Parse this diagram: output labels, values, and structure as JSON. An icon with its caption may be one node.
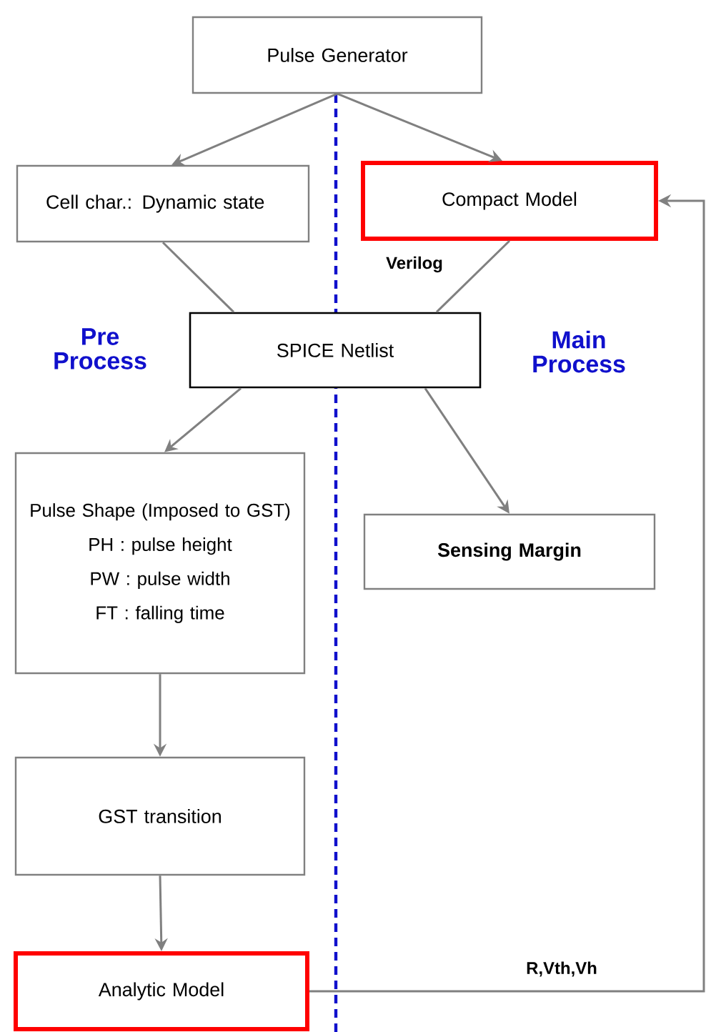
{
  "diagram": {
    "nodes": [
      {
        "text": [
          "Pulse Generator"
        ]
      },
      {
        "text": [
          "Cell char.: Dynamic state"
        ]
      },
      {
        "text": [
          "Compact Model"
        ]
      },
      {
        "text": [
          "SPICE Netlist"
        ]
      },
      {
        "text": [
          "Pulse Shape (Imposed to GST)",
          "PH : pulse height",
          "PW : pulse width",
          "FT : falling time"
        ]
      },
      {
        "text": [
          "Sensing Margin"
        ]
      },
      {
        "text": [
          "GST transition"
        ]
      },
      {
        "text": [
          "Analytic Model"
        ]
      }
    ],
    "edges": [
      {
        "from": 0,
        "to": 1,
        "arrow": "to"
      },
      {
        "from": 0,
        "to": 2,
        "arrow": "to"
      },
      {
        "from": 1,
        "to": 3,
        "arrow": "none"
      },
      {
        "from": 2,
        "to": 3,
        "arrow": "none",
        "label": "Verilog"
      },
      {
        "from": 3,
        "to": 4,
        "arrow": "to"
      },
      {
        "from": 3,
        "to": 5,
        "arrow": "to"
      },
      {
        "from": 4,
        "to": 6,
        "arrow": "to"
      },
      {
        "from": 6,
        "to": 7,
        "arrow": "to"
      },
      {
        "from": 7,
        "to": 2,
        "arrow": "to",
        "label": "R,Vth,Vh"
      }
    ],
    "labels": [
      "Pre Process",
      "Main Process"
    ]
  }
}
